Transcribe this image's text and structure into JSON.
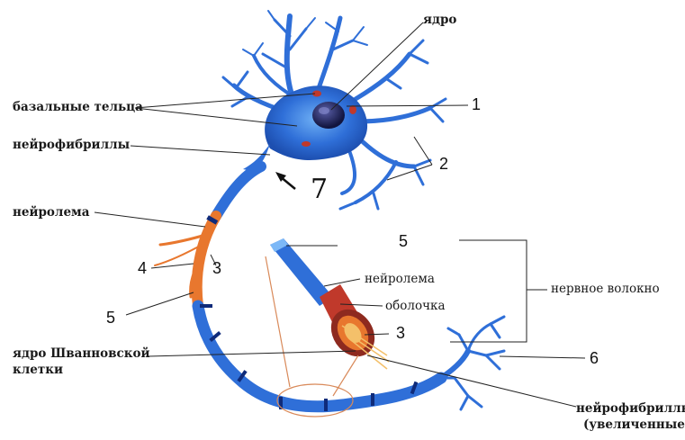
{
  "labels": {
    "nucleus": "ядро",
    "basal_bodies": "базальные тельца",
    "neurofibrils": "нейрофибриллы",
    "neurolemma_left": "нейролема",
    "schwann_nucleus_line1": "ядро Шванновской",
    "schwann_nucleus_line2": "клетки",
    "neurolemma_right": "нейролема",
    "sheath": "оболочка",
    "nerve_fiber": "нервное волокно",
    "neurofibrils_magnified_line1": "нейрофибриллы",
    "neurofibrils_magnified_line2": "(увеличенные)"
  },
  "numbers": {
    "n1": "1",
    "n2": "2",
    "n3_left": "3",
    "n3_right": "3",
    "n4": "4",
    "n5_left": "5",
    "n5_top": "5",
    "n6": "6",
    "n7": "7"
  },
  "colors": {
    "neuron_blue": "#2f6fd8",
    "neuron_light": "#5aa0ee",
    "neuron_dark": "#1d4fb0",
    "nucleus": "#1b1f5c",
    "basal_body": "#c0392b",
    "myelin_orange": "#e8772e",
    "leader_line": "#222222"
  }
}
